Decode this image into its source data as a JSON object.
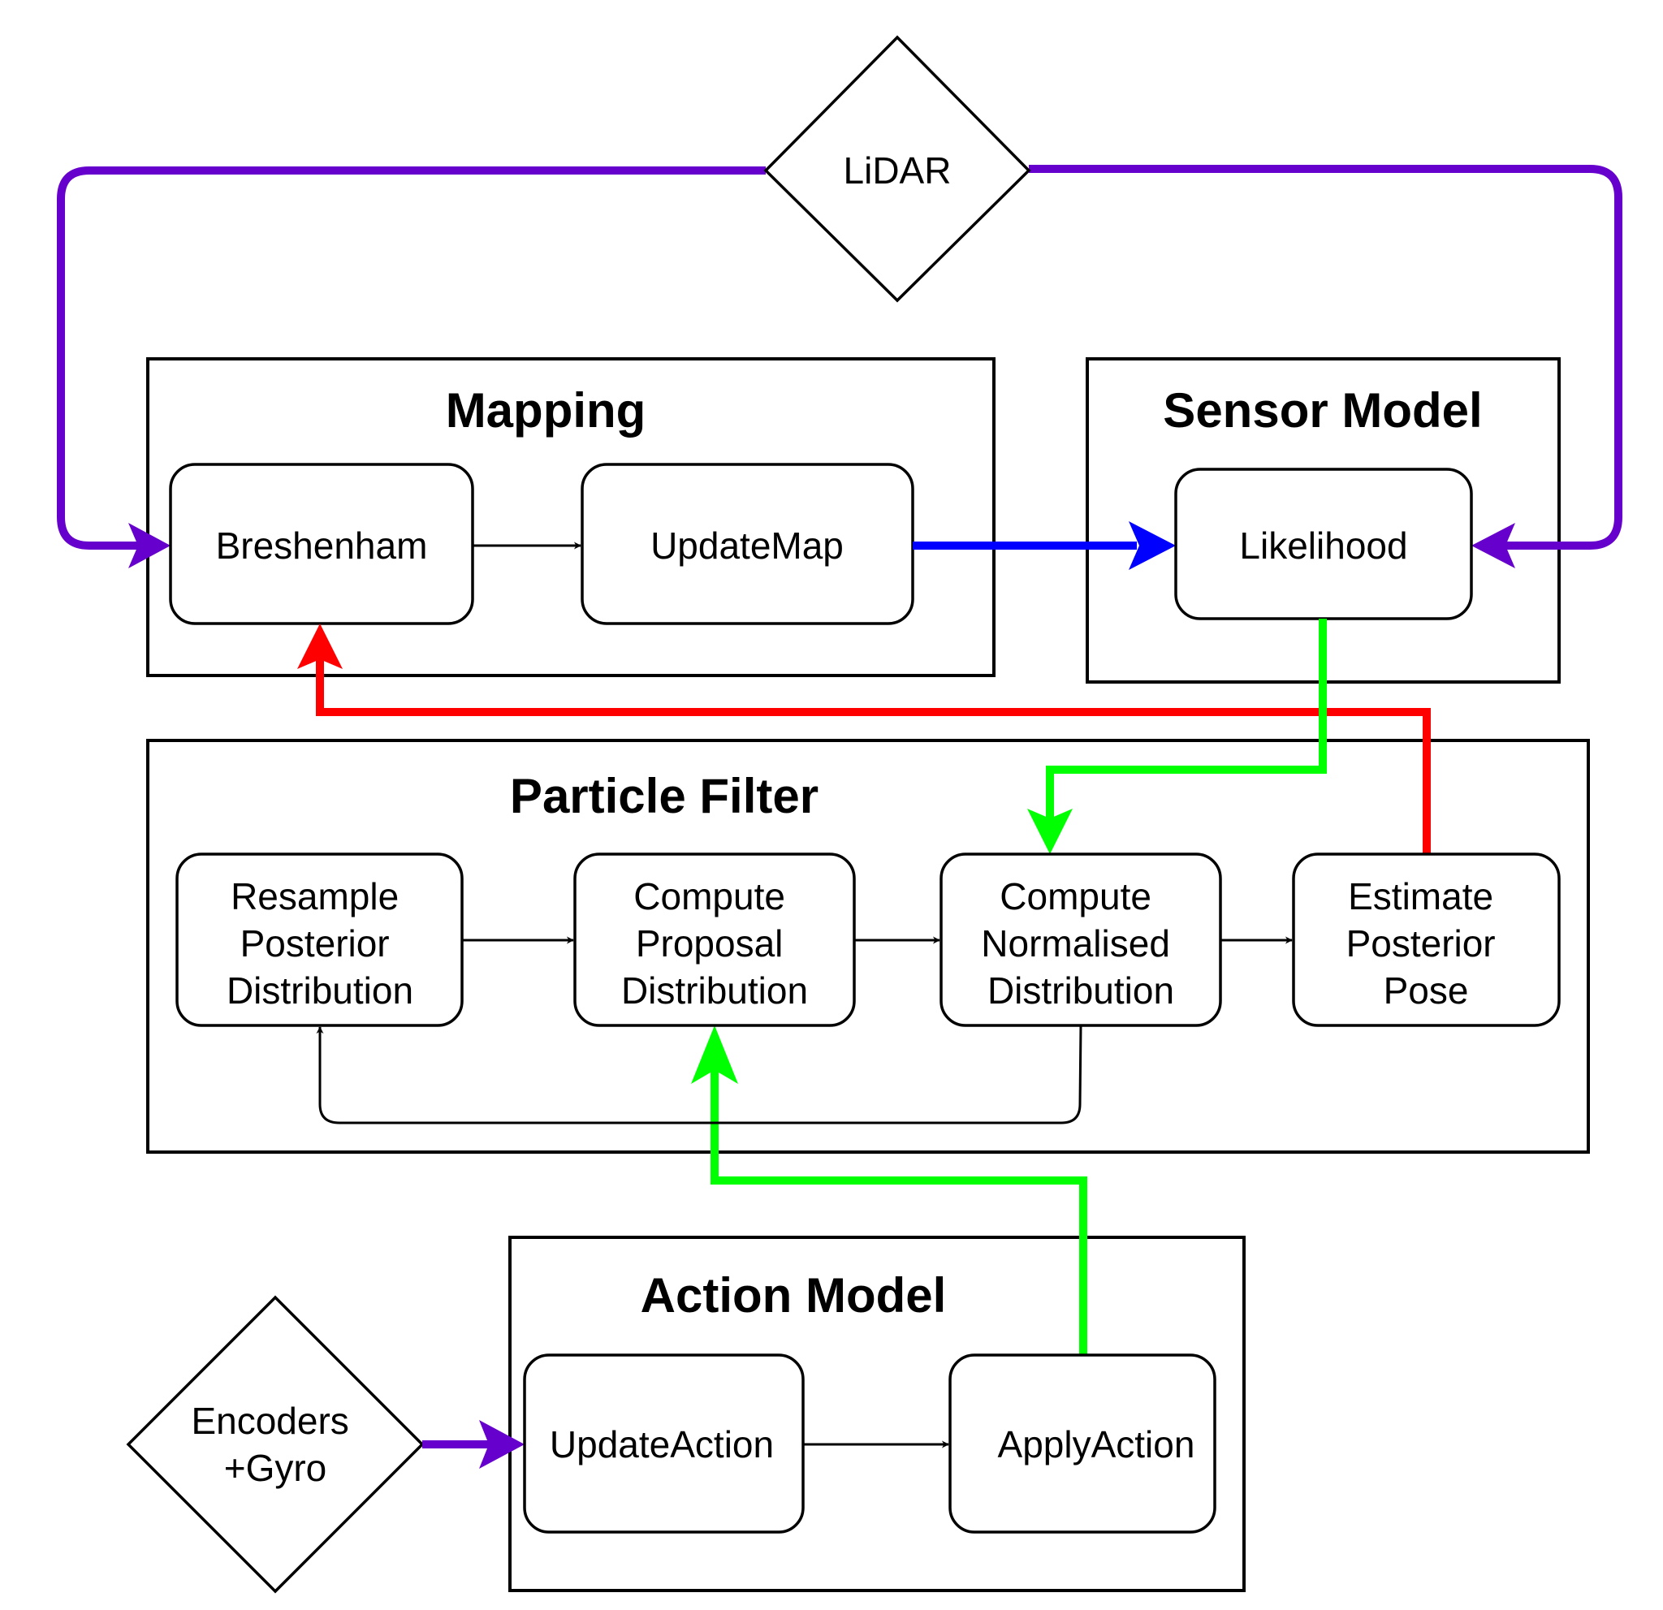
{
  "colors": {
    "sensor_input": "#6600cc",
    "map_to_likelihood": "#0000ff",
    "pose_feedback": "#ff0000",
    "likelihood_and_action": "#00ff00",
    "internal_flow": "#000000"
  },
  "sensors": {
    "lidar": "LiDAR",
    "encoders": [
      "Encoders",
      "+Gyro"
    ]
  },
  "groups": {
    "mapping": {
      "title": "Mapping",
      "nodes": {
        "breshenham": "Breshenham",
        "update_map": "UpdateMap"
      }
    },
    "sensor_model": {
      "title": "Sensor Model",
      "nodes": {
        "likelihood": "Likelihood"
      }
    },
    "particle_filter": {
      "title": "Particle Filter",
      "nodes": {
        "resample": [
          "Resample",
          "Posterior",
          "Distribution"
        ],
        "proposal": [
          "Compute",
          "Proposal",
          "Distribution"
        ],
        "normalised": [
          "Compute",
          "Normalised",
          "Distribution"
        ],
        "estimate": [
          "Estimate",
          "Posterior",
          "Pose"
        ]
      }
    },
    "action_model": {
      "title": "Action Model",
      "nodes": {
        "update_action": "UpdateAction",
        "apply_action": "ApplyAction"
      }
    }
  },
  "edges": [
    {
      "from": "LiDAR",
      "to": "Breshenham",
      "color": "sensor_input"
    },
    {
      "from": "LiDAR",
      "to": "Likelihood",
      "color": "sensor_input"
    },
    {
      "from": "Breshenham",
      "to": "UpdateMap",
      "color": "internal_flow"
    },
    {
      "from": "UpdateMap",
      "to": "Likelihood",
      "color": "map_to_likelihood"
    },
    {
      "from": "Likelihood",
      "to": "Compute Normalised Distribution",
      "color": "likelihood_and_action"
    },
    {
      "from": "Estimate Posterior Pose",
      "to": "Breshenham",
      "color": "pose_feedback"
    },
    {
      "from": "Resample Posterior Distribution",
      "to": "Compute Proposal Distribution",
      "color": "internal_flow"
    },
    {
      "from": "Compute Proposal Distribution",
      "to": "Compute Normalised Distribution",
      "color": "internal_flow"
    },
    {
      "from": "Compute Normalised Distribution",
      "to": "Estimate Posterior Pose",
      "color": "internal_flow"
    },
    {
      "from": "Compute Normalised Distribution",
      "to": "Resample Posterior Distribution",
      "color": "internal_flow"
    },
    {
      "from": "ApplyAction",
      "to": "Compute Proposal Distribution",
      "color": "likelihood_and_action"
    },
    {
      "from": "Encoders +Gyro",
      "to": "UpdateAction",
      "color": "sensor_input"
    },
    {
      "from": "UpdateAction",
      "to": "ApplyAction",
      "color": "internal_flow"
    }
  ]
}
